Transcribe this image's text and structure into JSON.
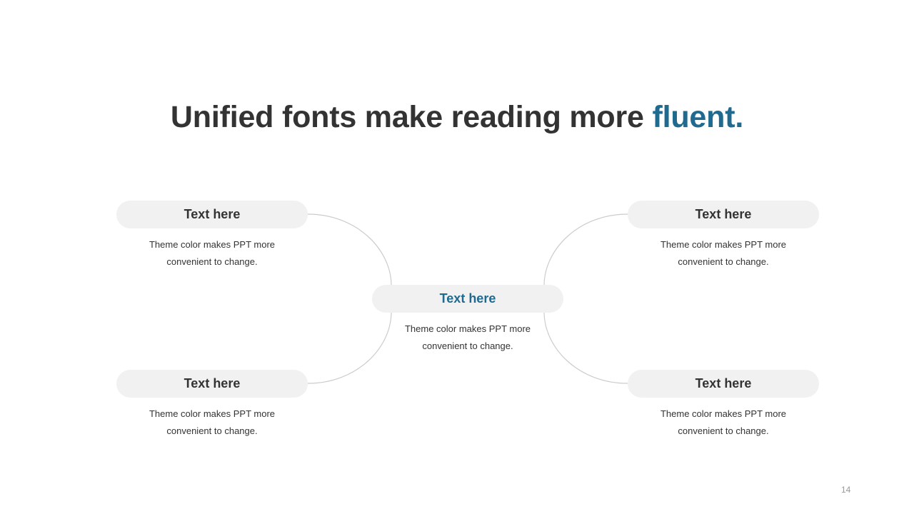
{
  "title": {
    "main": "Unified fonts make reading more ",
    "accent": "fluent."
  },
  "colors": {
    "accent": "#1f6a8e",
    "text": "#333333",
    "pill_background": "#f1f1f1",
    "connector": "#cccccc"
  },
  "nodes": {
    "top_left": {
      "heading": "Text here",
      "line1": "Theme color makes PPT more",
      "line2": "convenient to change."
    },
    "top_right": {
      "heading": "Text here",
      "line1": "Theme color makes PPT more",
      "line2": "convenient to change."
    },
    "center": {
      "heading": "Text here",
      "line1": "Theme color makes PPT more",
      "line2": "convenient to change."
    },
    "bottom_left": {
      "heading": "Text here",
      "line1": "Theme color makes PPT more",
      "line2": "convenient to change."
    },
    "bottom_right": {
      "heading": "Text here",
      "line1": "Theme color makes PPT more",
      "line2": "convenient to change."
    }
  },
  "page_number": "14"
}
